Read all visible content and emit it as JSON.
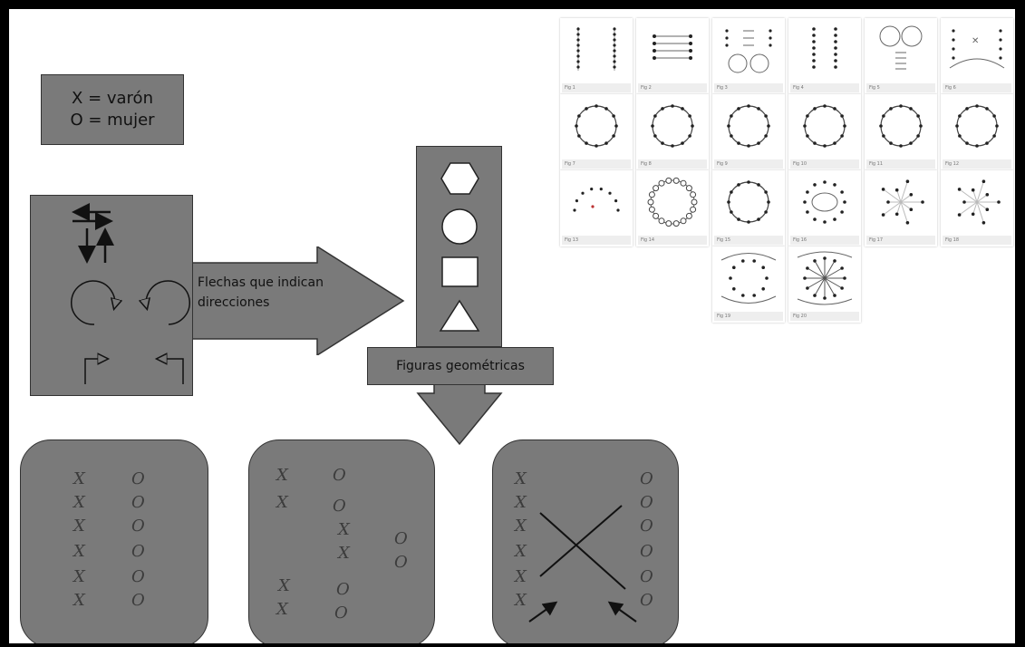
{
  "legend": {
    "line1": "X = varón",
    "line2": "O = mujer"
  },
  "arrows_box": {
    "label_line1": "Flechas que indican",
    "label_line2": "direcciones"
  },
  "shapes_column": {
    "shapes": [
      "hexagon",
      "circle",
      "rectangle",
      "triangle"
    ],
    "label": "Figuras geométricas"
  },
  "panels": [
    {
      "id": "two-lines",
      "marks": [
        {
          "text": "X"
        },
        {
          "text": "O"
        },
        {
          "text": "X"
        },
        {
          "text": "O"
        },
        {
          "text": "X"
        },
        {
          "text": "O"
        },
        {
          "text": "X"
        },
        {
          "text": "O"
        },
        {
          "text": "X"
        },
        {
          "text": "O"
        },
        {
          "text": "X"
        },
        {
          "text": "O"
        }
      ]
    },
    {
      "id": "staggered-pairs",
      "marks": [
        {
          "text": "X"
        },
        {
          "text": "O"
        },
        {
          "text": "X"
        },
        {
          "text": "O"
        },
        {
          "text": "X"
        },
        {
          "text": "O"
        },
        {
          "text": "X"
        },
        {
          "text": "O"
        },
        {
          "text": "X"
        },
        {
          "text": "O"
        },
        {
          "text": "X"
        },
        {
          "text": "O"
        }
      ]
    },
    {
      "id": "crossing",
      "marks": [
        {
          "text": "X"
        },
        {
          "text": "O"
        },
        {
          "text": "X"
        },
        {
          "text": "O"
        },
        {
          "text": "X"
        },
        {
          "text": "O"
        },
        {
          "text": "X"
        },
        {
          "text": "O"
        },
        {
          "text": "X"
        },
        {
          "text": "O"
        },
        {
          "text": "X"
        },
        {
          "text": "O"
        }
      ]
    }
  ],
  "figure_thumbnails": [
    {
      "caption": "Fig 1"
    },
    {
      "caption": "Fig 2"
    },
    {
      "caption": "Fig 3"
    },
    {
      "caption": "Fig 4"
    },
    {
      "caption": "Fig 5"
    },
    {
      "caption": "Fig 6"
    },
    {
      "caption": "Fig 7"
    },
    {
      "caption": "Fig 8"
    },
    {
      "caption": "Fig 9"
    },
    {
      "caption": "Fig 10"
    },
    {
      "caption": "Fig 11"
    },
    {
      "caption": "Fig 12"
    },
    {
      "caption": "Fig 13"
    },
    {
      "caption": "Fig 14"
    },
    {
      "caption": "Fig 15"
    },
    {
      "caption": "Fig 16"
    },
    {
      "caption": "Fig 17"
    },
    {
      "caption": "Fig 18"
    },
    {
      "caption": "Fig 19"
    },
    {
      "caption": "Fig 20"
    }
  ],
  "colors": {
    "box_fill": "#7a7a7a",
    "frame": "#000000",
    "page": "#ffffff"
  }
}
